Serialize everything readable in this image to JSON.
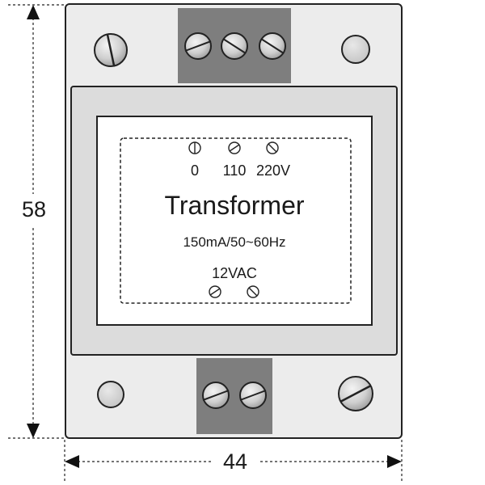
{
  "dimensions": {
    "height_label": "58",
    "width_label": "44"
  },
  "panel": {
    "input_labels": [
      "0",
      "110",
      "220V"
    ],
    "title": "Transformer",
    "spec": "150mA/50~60Hz",
    "output_label": "12VAC"
  }
}
